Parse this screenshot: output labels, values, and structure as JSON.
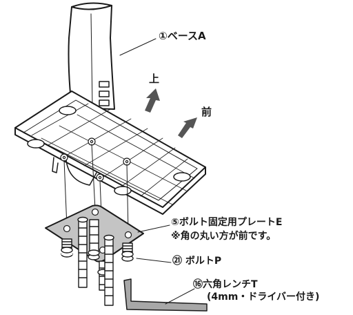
{
  "labels": {
    "base": "①ベースA",
    "up": "上",
    "front": "前",
    "plate": "⑤ボルト固定用プレートE",
    "plate_note": "※角の丸い方が前です。",
    "bolt": "㉑ ボルトP",
    "wrench": "⑯六角レンチT",
    "wrench_note": "(4mm・ドライバー付き)"
  },
  "colors": {
    "line": "#1a1a1a",
    "plate_fill": "#c4c4c4",
    "arrow_fill": "#555555",
    "wrench_fill": "#a8a8a8"
  }
}
